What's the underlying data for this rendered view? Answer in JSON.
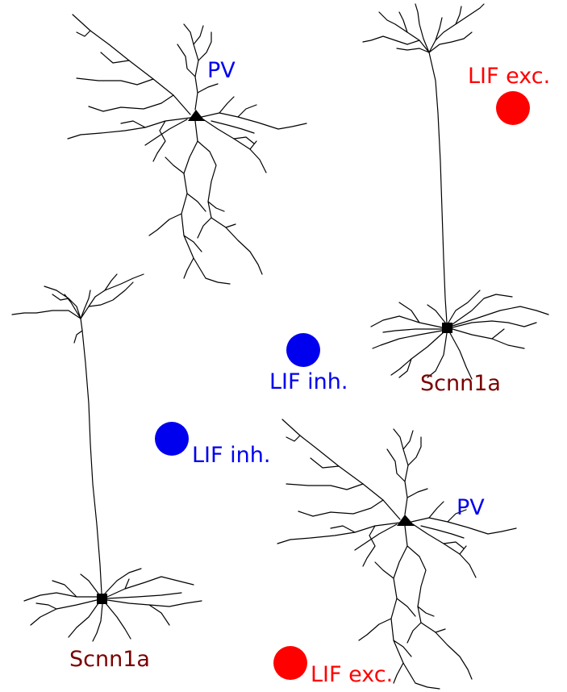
{
  "colors": {
    "pv": "#0000ee",
    "scnn1a": "#7a0000",
    "lif_exc": "#ff0000",
    "lif_inh": "#0000ee",
    "neuron": "#000000"
  },
  "neurons": [
    {
      "id": "pv-top",
      "type": "PV",
      "label": "PV",
      "cell_class": "basket"
    },
    {
      "id": "scnn1a-right",
      "type": "Scnn1a",
      "label": "Scnn1a",
      "cell_class": "pyramidal"
    },
    {
      "id": "scnn1a-left",
      "type": "Scnn1a",
      "label": "Scnn1a",
      "cell_class": "pyramidal"
    },
    {
      "id": "pv-bottom",
      "type": "PV",
      "label": "PV",
      "cell_class": "basket"
    }
  ],
  "lif_units": [
    {
      "id": "lif-exc-top",
      "kind": "exc",
      "label": "LIF exc."
    },
    {
      "id": "lif-inh-center",
      "kind": "inh",
      "label": "LIF inh."
    },
    {
      "id": "lif-inh-left",
      "kind": "inh",
      "label": "LIF inh."
    },
    {
      "id": "lif-exc-bottom",
      "kind": "exc",
      "label": "LIF exc."
    }
  ]
}
